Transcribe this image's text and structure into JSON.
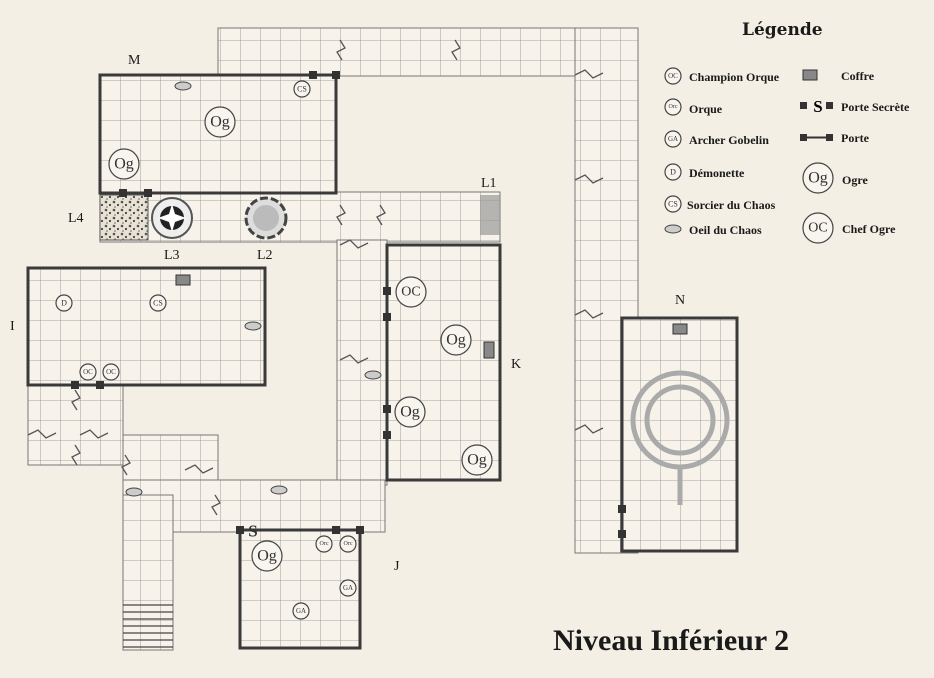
{
  "title": "Niveau Inférieur 2",
  "legend": {
    "heading": "Légende",
    "items": [
      {
        "symbol": "OC",
        "label": "Champion Orque"
      },
      {
        "symbol": "Orc",
        "label": "Orque"
      },
      {
        "symbol": "GA",
        "label": "Archer Gobelin"
      },
      {
        "symbol": "D",
        "label": "Démonette"
      },
      {
        "symbol": "CS",
        "label": "Sorcier du Chaos"
      },
      {
        "symbol": "eye",
        "label": "Oeil du Chaos"
      },
      {
        "symbol": "chest",
        "label": "Coffre"
      },
      {
        "symbol": "S",
        "label": "Porte Secrète"
      },
      {
        "symbol": "door",
        "label": "Porte"
      },
      {
        "symbol": "Og",
        "label": "Ogre"
      },
      {
        "symbol": "OC-large",
        "label": "Chef Ogre"
      }
    ]
  },
  "rooms": {
    "M": "M",
    "L1": "L1",
    "L2": "L2",
    "L3": "L3",
    "L4": "L4",
    "I": "I",
    "K": "K",
    "J": "J",
    "N": "N"
  },
  "tokens": {
    "og": "Og",
    "oc": "OC",
    "orc": "Orc",
    "ga": "GA",
    "d": "D",
    "cs": "CS",
    "s": "S"
  }
}
